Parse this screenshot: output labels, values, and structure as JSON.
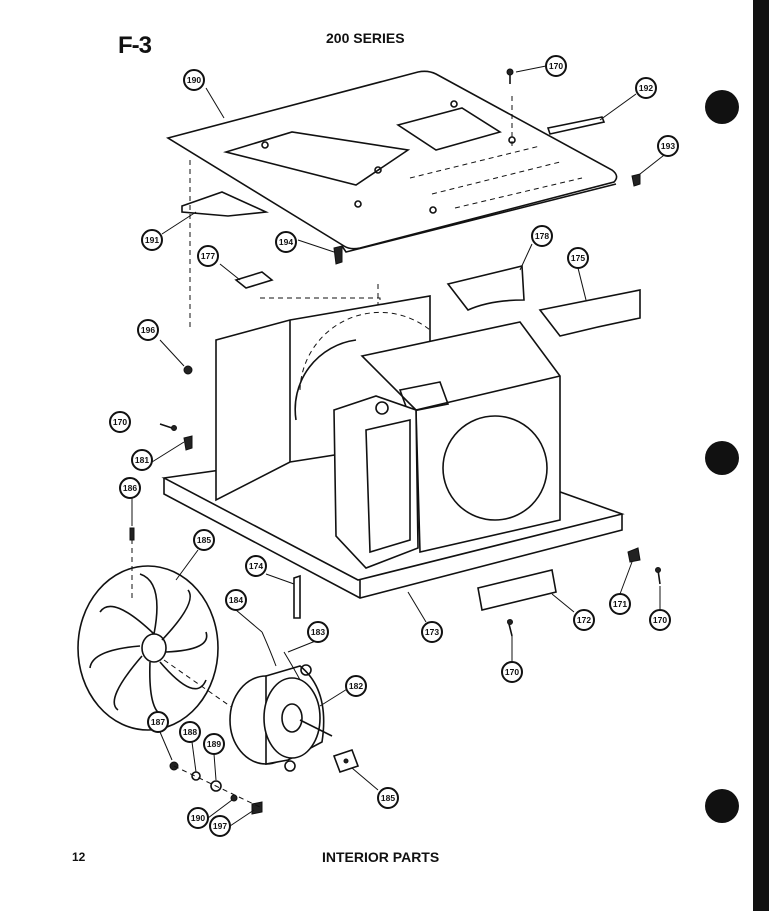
{
  "header": {
    "page_id": "F-3",
    "series": "200 SERIES"
  },
  "footer": {
    "page_number": "12",
    "section_title": "INTERIOR PARTS"
  },
  "callouts": [
    "190",
    "170",
    "192",
    "193",
    "191",
    "194",
    "177",
    "178",
    "175",
    "196",
    "170",
    "181",
    "186",
    "185",
    "174",
    "184",
    "183",
    "173",
    "172",
    "171",
    "170",
    "170",
    "182",
    "187",
    "188",
    "189",
    "185",
    "190",
    "197"
  ]
}
